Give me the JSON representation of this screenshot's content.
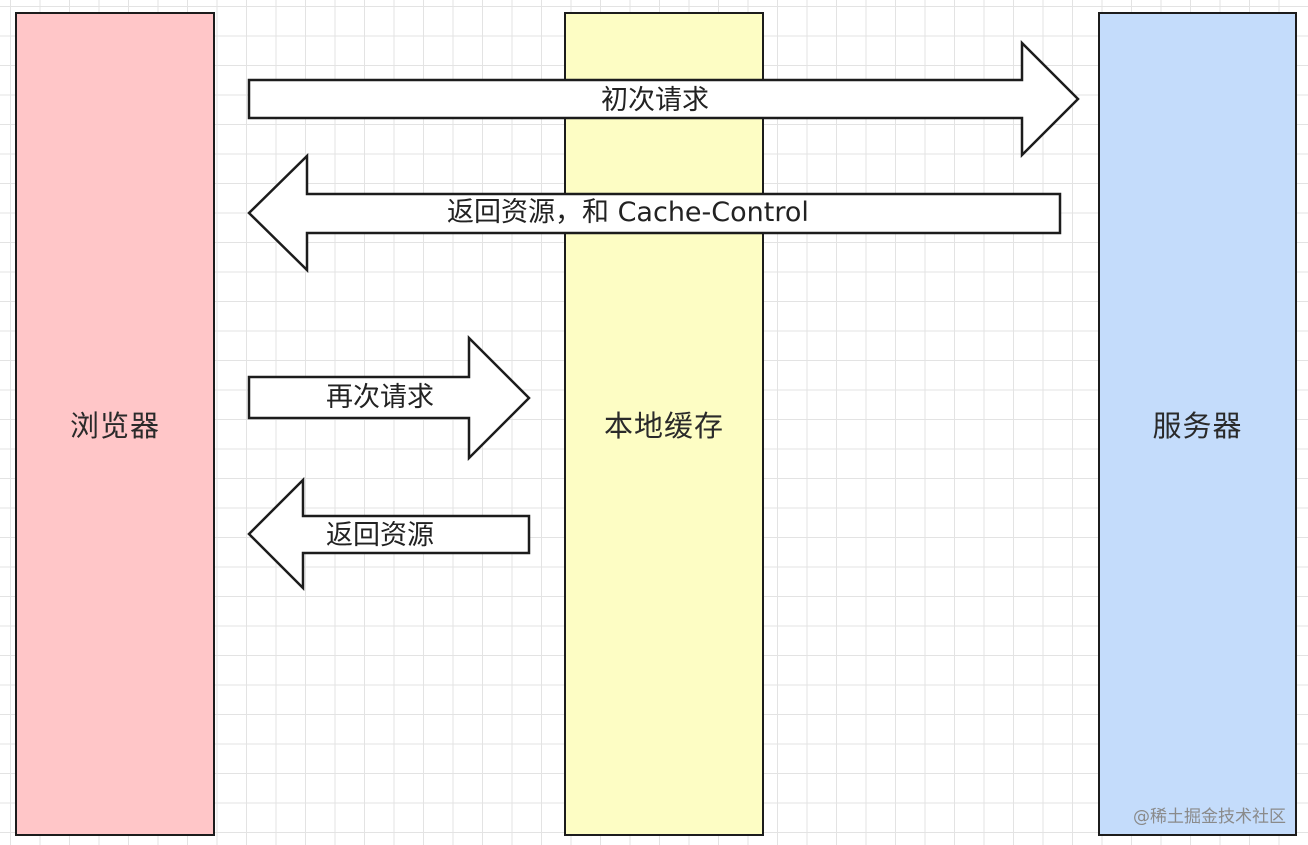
{
  "diagram": {
    "lanes": [
      {
        "id": "browser",
        "label": "浏览器",
        "color": "#ffc6c8"
      },
      {
        "id": "cache",
        "label": "本地缓存",
        "color": "#fdfdc4"
      },
      {
        "id": "server",
        "label": "服务器",
        "color": "#c4dcfb"
      }
    ],
    "arrows": [
      {
        "id": "a1",
        "label": "初次请求",
        "from": "browser",
        "to": "server"
      },
      {
        "id": "a2",
        "label": "返回资源，和 Cache-Control",
        "from": "server",
        "to": "browser"
      },
      {
        "id": "a3",
        "label": "再次请求",
        "from": "browser",
        "to": "cache"
      },
      {
        "id": "a4",
        "label": "返回资源",
        "from": "cache",
        "to": "browser"
      }
    ]
  },
  "watermark": "@稀土掘金技术社区"
}
